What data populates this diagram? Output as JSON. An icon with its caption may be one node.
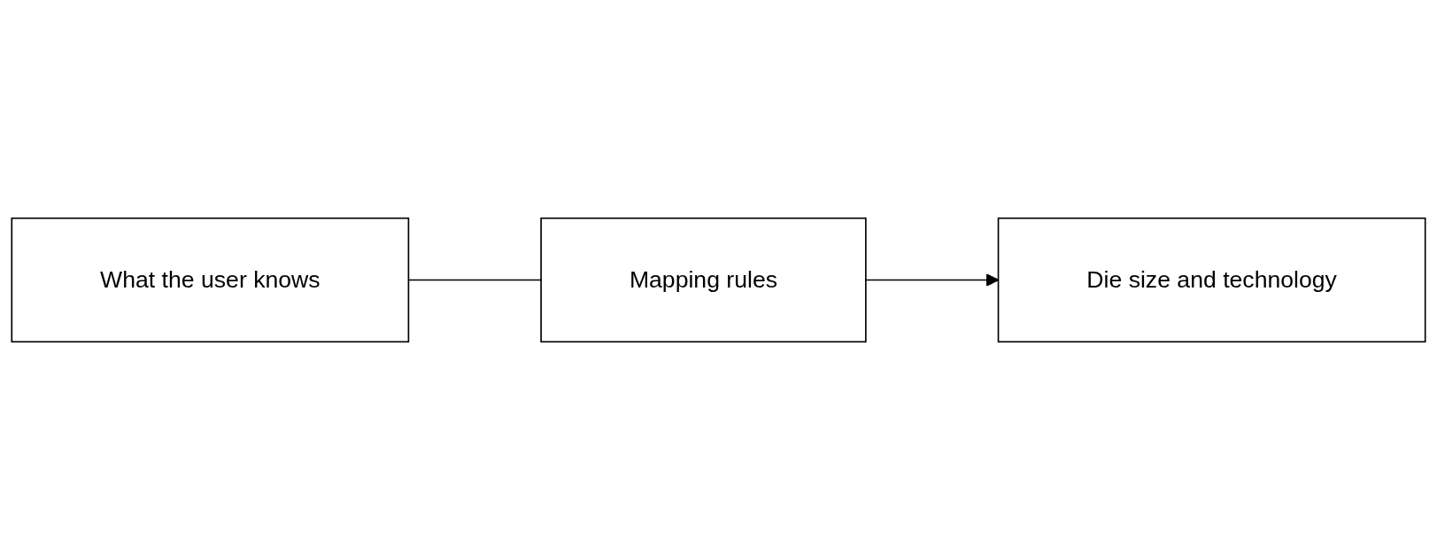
{
  "diagram": {
    "nodes": [
      {
        "text": [
          "What the user knows"
        ]
      },
      {
        "text": [
          "Mapping rules"
        ]
      },
      {
        "text": [
          "Die size and technology"
        ]
      }
    ],
    "edges": [
      {
        "from": 0,
        "to": 1,
        "arrow": "none"
      },
      {
        "from": 1,
        "to": 2,
        "arrow": "to"
      }
    ]
  }
}
